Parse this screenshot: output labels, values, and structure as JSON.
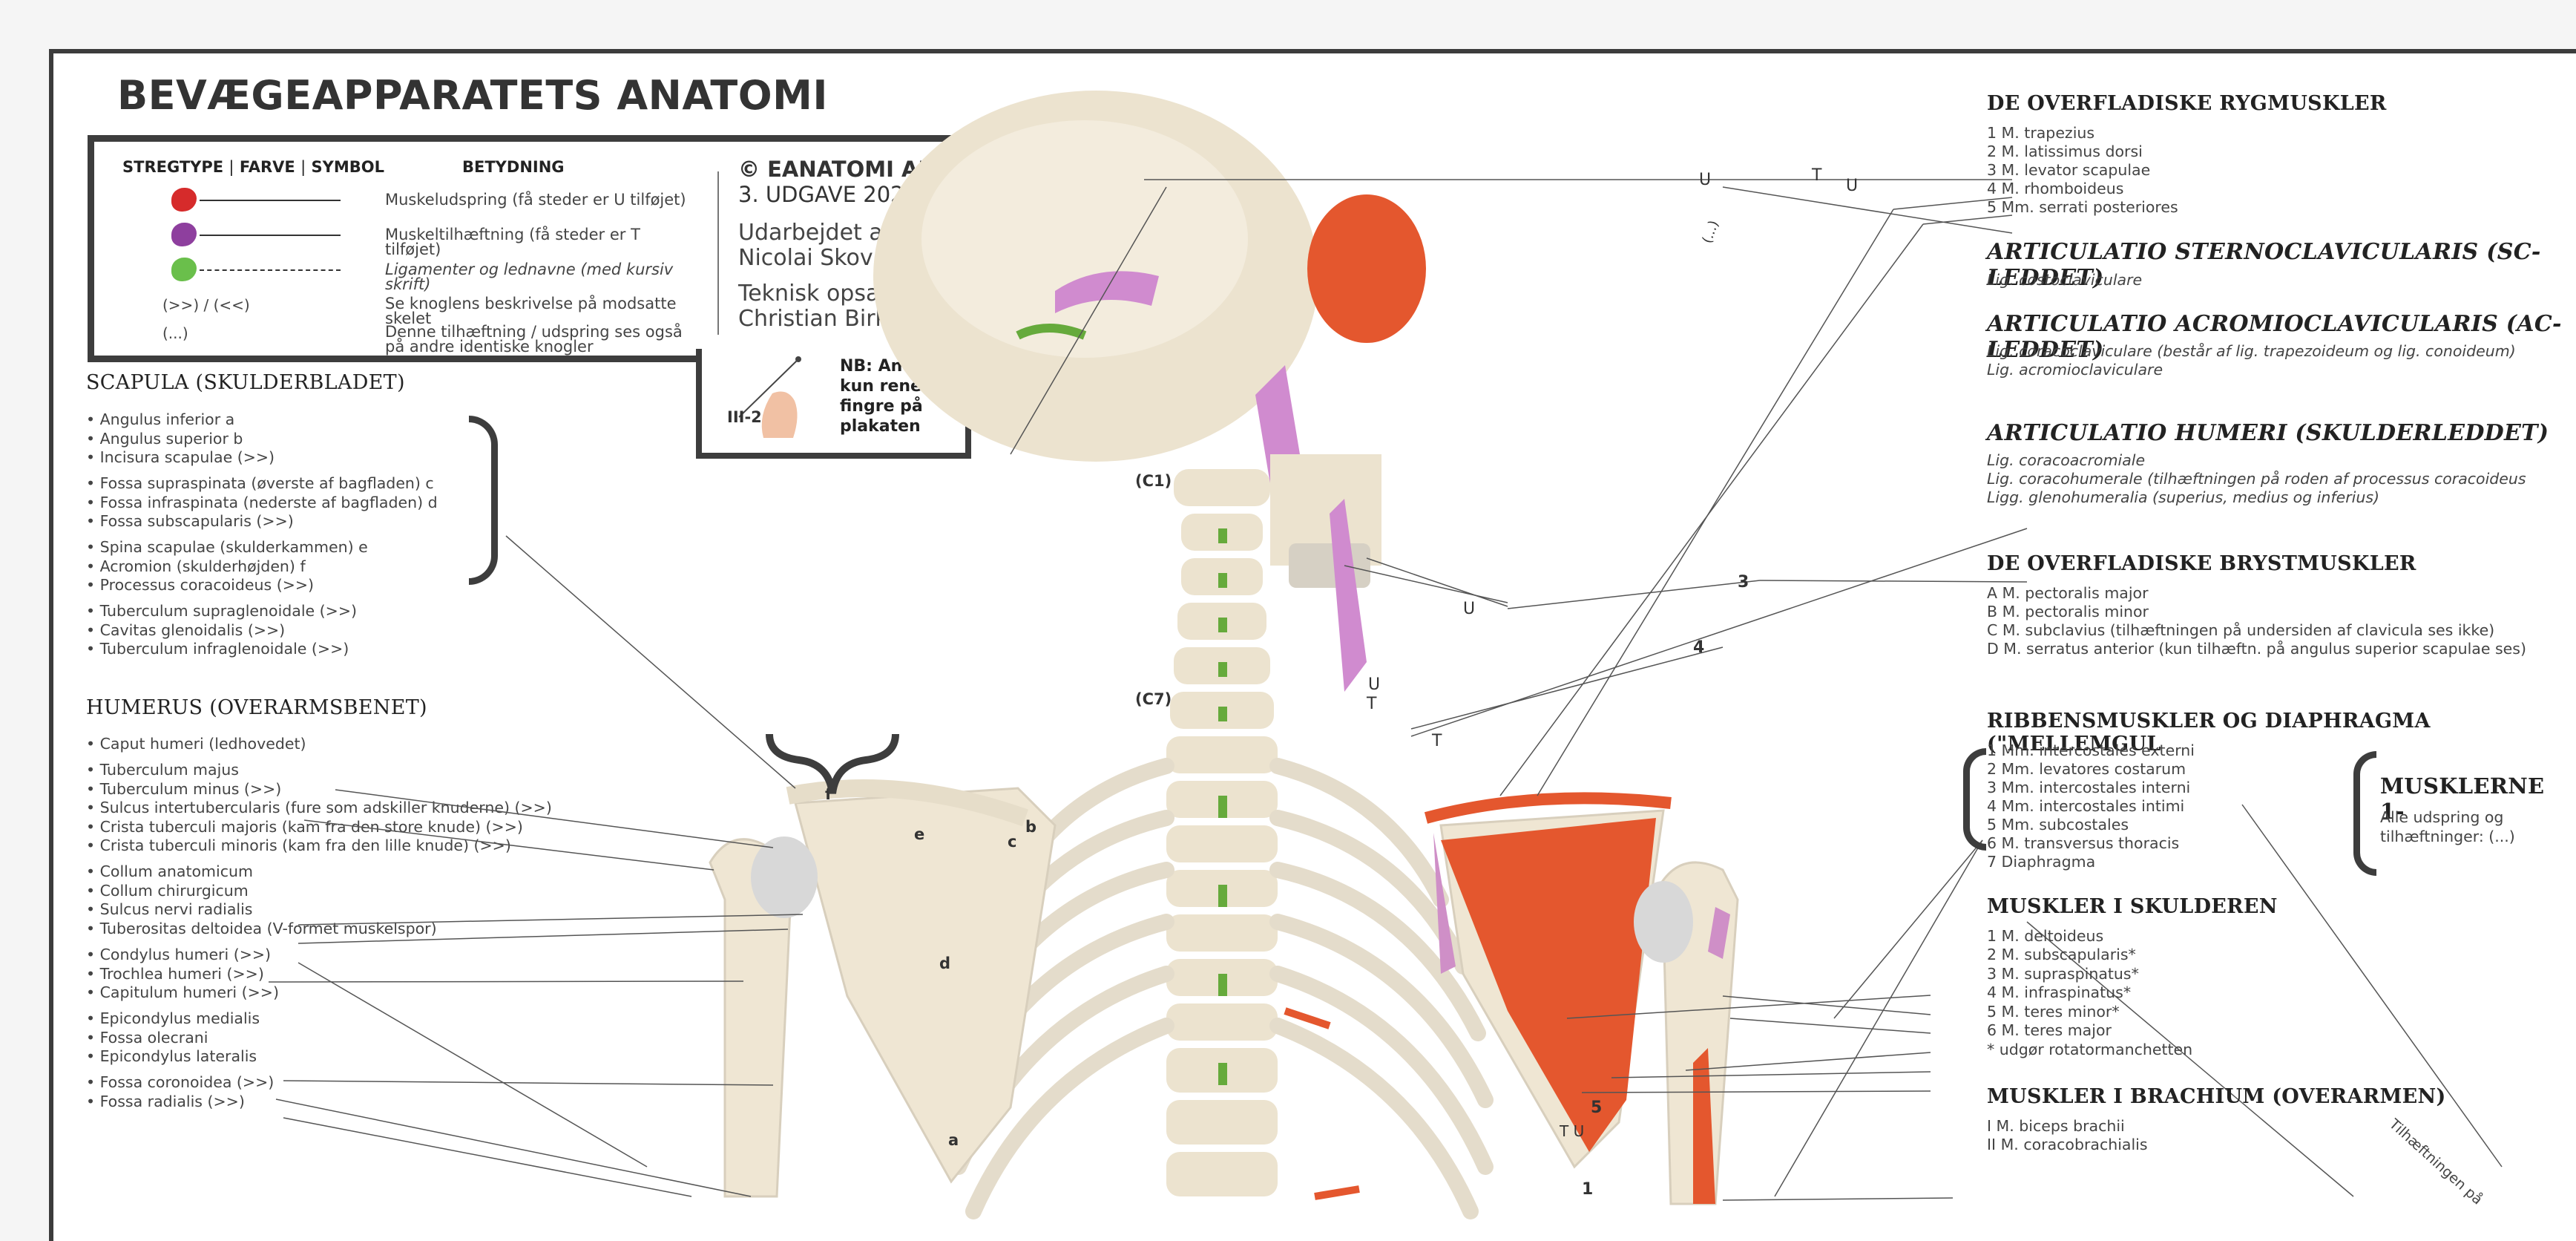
{
  "title": "BEVÆGEAPPARATETS ANATOMI",
  "legend": {
    "headers": {
      "col1a": "STREGTYPE",
      "col1b": "FARVE",
      "col1c": "SYMBOL",
      "col2": "BETYDNING",
      "sep": "|"
    },
    "rows": [
      {
        "symbol": "",
        "meaning": "Muskeludspring (få steder er U tilføjet)"
      },
      {
        "symbol": "",
        "meaning": "Muskeltilhæftning (få steder er T tilføjet)"
      },
      {
        "symbol": "",
        "meaning": "Ligamenter og lednavne (med kursiv skrift)"
      },
      {
        "symbol": "(>>) / (<<)",
        "meaning": "Se knoglens beskrivelse på modsatte skelet"
      },
      {
        "symbol": "(...)",
        "meaning": "Denne tilhæftning / udspring ses også på andre identiske knogler"
      }
    ],
    "colors": {
      "origin": "#d62b2b",
      "insertion": "#8e3f9e",
      "ligament": "#6abf4b"
    }
  },
  "credits": {
    "copyright": "© EANATOMI APS",
    "edition": "3. UDGAVE 2023",
    "author_label": "Udarbejdet af:",
    "author": "Nicolai Skov",
    "tech_label": "Teknisk opsætning:",
    "tech": "Christian Birksø"
  },
  "nb": {
    "label": "III-2",
    "text": "NB: Anvend kun rene fingre på plakaten"
  },
  "scapula": {
    "title": "SCAPULA (SKULDERBLADET)",
    "items": [
      "• Angulus inferior  a",
      "• Angulus superior  b",
      "• Incisura scapulae (>>)",
      "• Fossa supraspinata (øverste af bagfladen)  c",
      "• Fossa infraspinata (nederste af bagfladen)  d",
      "• Fossa subscapularis (>>)",
      "• Spina scapulae (skulderkammen)  e",
      "• Acromion (skulderhøjden)  f",
      "• Processus coracoideus (>>)",
      "• Tuberculum supraglenoidale (>>)",
      "• Cavitas glenoidalis (>>)",
      "• Tuberculum infraglenoidale (>>)"
    ]
  },
  "humerus": {
    "title": "HUMERUS (OVERARMSBENET)",
    "items": [
      "• Caput humeri (ledhovedet)",
      "• Tuberculum majus",
      "• Tuberculum minus (>>)",
      "• Sulcus intertubercularis (fure som adskiller knuderne) (>>)",
      "• Crista tuberculi majoris (kam fra den store knude) (>>)",
      "• Crista tuberculi minoris (kam fra den lille knude) (>>)",
      "• Collum anatomicum",
      "• Collum chirurgicum",
      "• Sulcus nervi radialis",
      "• Tuberositas deltoidea (V-formet muskelspor)",
      "• Condylus humeri (>>)",
      "• Trochlea humeri (>>)",
      "• Capitulum humeri (>>)",
      "• Epicondylus medialis",
      "• Fossa olecrani",
      "• Epicondylus lateralis",
      "• Fossa coronoidea (>>)",
      "• Fossa radialis (>>)"
    ]
  },
  "right": {
    "rygmuskler": {
      "title": "DE OVERFLADISKE RYGMUSKLER",
      "items": [
        "1 M. trapezius",
        "2 M. latissimus dorsi",
        "3 M. levator scapulae",
        "4 M. rhomboideus",
        "5 Mm. serrati posteriores"
      ]
    },
    "sc": {
      "title": "ARTICULATIO STERNOCLAVICULARIS (SC-LEDDET)",
      "items": [
        "Lig. costoclaviculare"
      ]
    },
    "ac": {
      "title": "ARTICULATIO ACROMIOCLAVICULARIS (AC-LEDDET)",
      "items": [
        "Lig. coracoclaviculare (består af lig. trapezoideum og lig. conoideum)",
        "Lig. acromioclaviculare"
      ]
    },
    "humeri": {
      "title": "ARTICULATIO HUMERI (SKULDERLEDDET)",
      "items": [
        "Lig. coracoacromiale",
        "Lig. coracohumerale (tilhæftningen på roden af processus coracoideus",
        "Ligg. glenohumeralia (superius, medius og inferius)"
      ]
    },
    "bryst": {
      "title": "DE OVERFLADISKE BRYSTMUSKLER",
      "items": [
        "A M. pectoralis major",
        "B M. pectoralis minor",
        "C M. subclavius (tilhæftningen på undersiden af clavicula ses ikke)",
        "D M. serratus anterior (kun tilhæftn. på angulus superior scapulae ses)"
      ]
    },
    "ribben": {
      "title": "RIBBENSMUSKLER OG DIAPHRAGMA (\"MELLEMGUL",
      "items": [
        "1 Mm. intercostales externi",
        "2 Mm. levatores costarum",
        "3 Mm. intercostales interni",
        "4 Mm. intercostales intimi",
        "5 Mm. subcostales",
        "6 M. transversus thoracis",
        "7 Diaphragma"
      ]
    },
    "musklerne": {
      "title": "MUSKLERNE 1-",
      "text1": "Alle udspring og",
      "text2": "tilhæftninger: (...)"
    },
    "skulder": {
      "title": "MUSKLER I SKULDEREN",
      "items": [
        "1 M. deltoideus",
        "2 M. subscapularis*",
        "3 M. supraspinatus*",
        "4 M. infraspinatus*",
        "5 M. teres minor*",
        "6 M. teres major",
        "* udgør rotatormanchetten"
      ]
    },
    "brachium": {
      "title": "MUSKLER I BRACHIUM (OVERARMEN)",
      "items": [
        "I  M. biceps brachii",
        "II  M. coracobrachialis"
      ]
    },
    "diag_label": "Tilhæftningen på"
  },
  "figure_labels": {
    "c1": "(C1)",
    "c7": "(C7)",
    "U": "U",
    "T": "T",
    "dots": "(...)",
    "n1": "1",
    "n3": "3",
    "n4": "4",
    "n5": "5",
    "a": "a",
    "b": "b",
    "c": "c",
    "d": "d",
    "e": "e",
    "f": "f"
  }
}
